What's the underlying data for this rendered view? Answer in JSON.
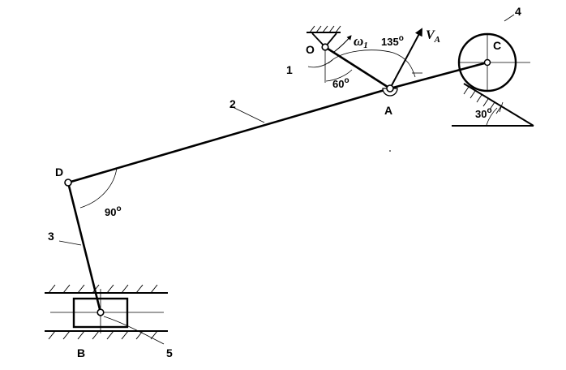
{
  "points": {
    "O": "O",
    "A": "A",
    "B": "B",
    "C": "C",
    "D": "D"
  },
  "links": {
    "n1": "1",
    "n2": "2",
    "n3": "3",
    "n4": "4",
    "n5": "5"
  },
  "angles": {
    "a60": "60",
    "a135": "135",
    "a30": "30",
    "a90": "90",
    "deg": "o"
  },
  "omega": {
    "sym": "ω",
    "sub": "1"
  },
  "velocity": {
    "sym": "V",
    "sub": "A"
  },
  "colors": {
    "ink": "#000000",
    "background": "#ffffff"
  }
}
